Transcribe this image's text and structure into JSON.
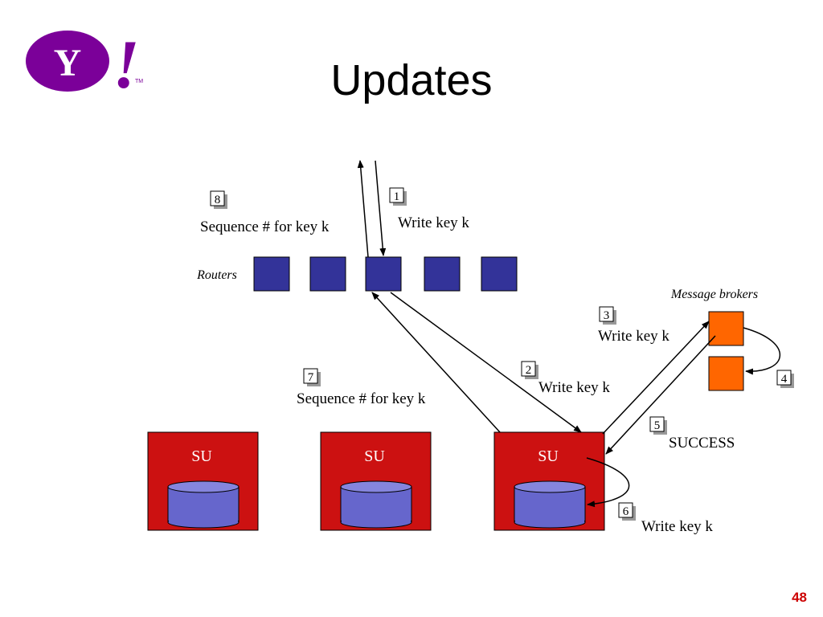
{
  "slide": {
    "title": "Updates",
    "page_number": "48",
    "background": "#ffffff",
    "page_number_color": "#cc0000"
  },
  "logo": {
    "text": "Y!",
    "letter": "Y",
    "exclaim": "!",
    "tm": "TM",
    "color": "#7b0099"
  },
  "labels": {
    "routers": "Routers",
    "message_brokers": "Message brokers"
  },
  "steps": [
    {
      "num": "1",
      "text": "Write key k"
    },
    {
      "num": "2",
      "text": "Write key k"
    },
    {
      "num": "3",
      "text": "Write key k"
    },
    {
      "num": "4",
      "text": ""
    },
    {
      "num": "5",
      "text": "SUCCESS"
    },
    {
      "num": "6",
      "text": "Write key k"
    },
    {
      "num": "7",
      "text": "Sequence # for key k"
    },
    {
      "num": "8",
      "text": "Sequence # for key k"
    }
  ],
  "storage_units": [
    {
      "label": "SU"
    },
    {
      "label": "SU"
    },
    {
      "label": "SU"
    }
  ],
  "colors": {
    "router": "#333399",
    "broker": "#ff6600",
    "su_box": "#cc1111",
    "su_text": "#ffffff",
    "disk": "#6666cc",
    "arrow": "#000000"
  }
}
